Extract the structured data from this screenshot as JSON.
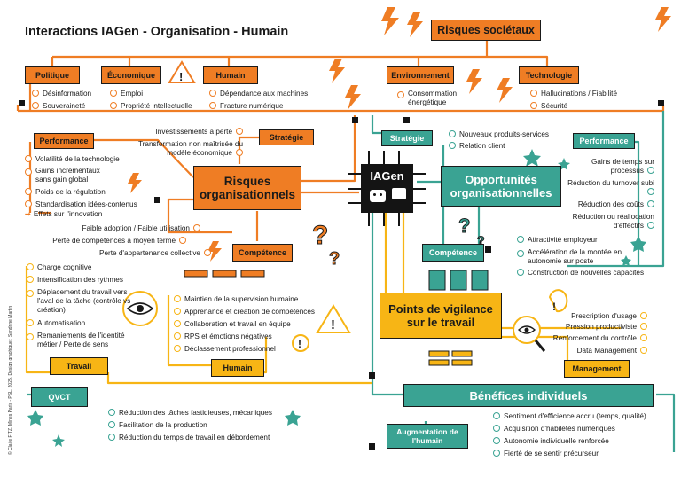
{
  "title": "Interactions IAGen - Organisation - Humain",
  "credit": "© Claire FITZ, Mines Paris - PSL, 2025. Design graphique : Sandrine Martin",
  "colors": {
    "orange": "#ef7d24",
    "teal": "#3aa393",
    "yellow": "#f7b515",
    "black": "#141414"
  },
  "center": "IAGen",
  "societal": {
    "title": "Risques sociétaux",
    "politique": {
      "label": "Politique",
      "items": [
        "Désinformation",
        "Souveraineté"
      ]
    },
    "economique": {
      "label": "Économique",
      "items": [
        "Emploi",
        "Propriété intellectuelle"
      ]
    },
    "humain": {
      "label": "Humain",
      "items": [
        "Dépendance aux machines",
        "Fracture numérique"
      ]
    },
    "environnement": {
      "label": "Environnement",
      "items": [
        "Consommation énergétique"
      ]
    },
    "technologie": {
      "label": "Technologie",
      "items": [
        "Hallucinations / Fiabilité",
        "Sécurité"
      ]
    }
  },
  "risques_org": {
    "title": "Risques organisationnels",
    "performance": {
      "label": "Performance",
      "items": [
        "Volatilité de la technologie",
        "Gains incrémentaux sans gain global",
        "Poids de la régulation",
        "Standardisation idées-contenus"
      ],
      "arrow_note": "Effets sur l'innovation"
    },
    "strategie": {
      "label": "Stratégie",
      "items": [
        "Investissements à perte",
        "Transformation non maîtrisée du modèle économique"
      ]
    },
    "competence": {
      "label": "Compétence",
      "items": [
        "Faible adoption / Faible utilisation",
        "Perte de compétences à moyen terme",
        "Perte d'appartenance collective"
      ]
    }
  },
  "opportunites": {
    "title": "Opportunités organisationnelles",
    "strategie": {
      "label": "Stratégie",
      "items": [
        "Nouveaux produits-services",
        "Relation client"
      ]
    },
    "performance": {
      "label": "Performance",
      "items": [
        "Gains de temps sur processus",
        "Réduction du turnover subi",
        "Réduction des coûts",
        "Réduction ou réallocation d'effectifs"
      ]
    },
    "competence": {
      "label": "Compétence",
      "items": [
        "Attractivité employeur",
        "Accélération de la montée en autonomie sur poste",
        "Construction de nouvelles capacités"
      ]
    }
  },
  "vigilance": {
    "title": "Points de vigilance sur le travail",
    "travail": {
      "label": "Travail",
      "items": [
        "Charge cognitive",
        "Intensification des rythmes",
        "Déplacement du travail vers l'aval de la tâche (contrôle vs création)",
        "Automatisation",
        "Remaniements de l'identité métier / Perte de sens"
      ]
    },
    "humain": {
      "label": "Humain",
      "items": [
        "Maintien de la supervision humaine",
        "Apprenance et création de compétences",
        "Collaboration et travail en équipe",
        "RPS et émotions négatives",
        "Déclassement professionnel"
      ]
    },
    "management": {
      "label": "Management",
      "items": [
        "Prescription d'usage",
        "Pression productiviste",
        "Renforcement du contrôle",
        "Data Management"
      ]
    }
  },
  "benefices": {
    "title": "Bénéfices individuels",
    "qvct": {
      "label": "QVCT",
      "items": [
        "Réduction des tâches fastidieuses, mécaniques",
        "Facilitation de la production",
        "Réduction du temps de travail en débordement"
      ]
    },
    "augmentation": {
      "label": "Augmentation de l'humain",
      "items": [
        "Sentiment d'efficience accru (temps, qualité)",
        "Acquisition d'habiletés numériques",
        "Autonomie individuelle renforcée",
        "Fierté de se sentir précurseur"
      ]
    }
  }
}
